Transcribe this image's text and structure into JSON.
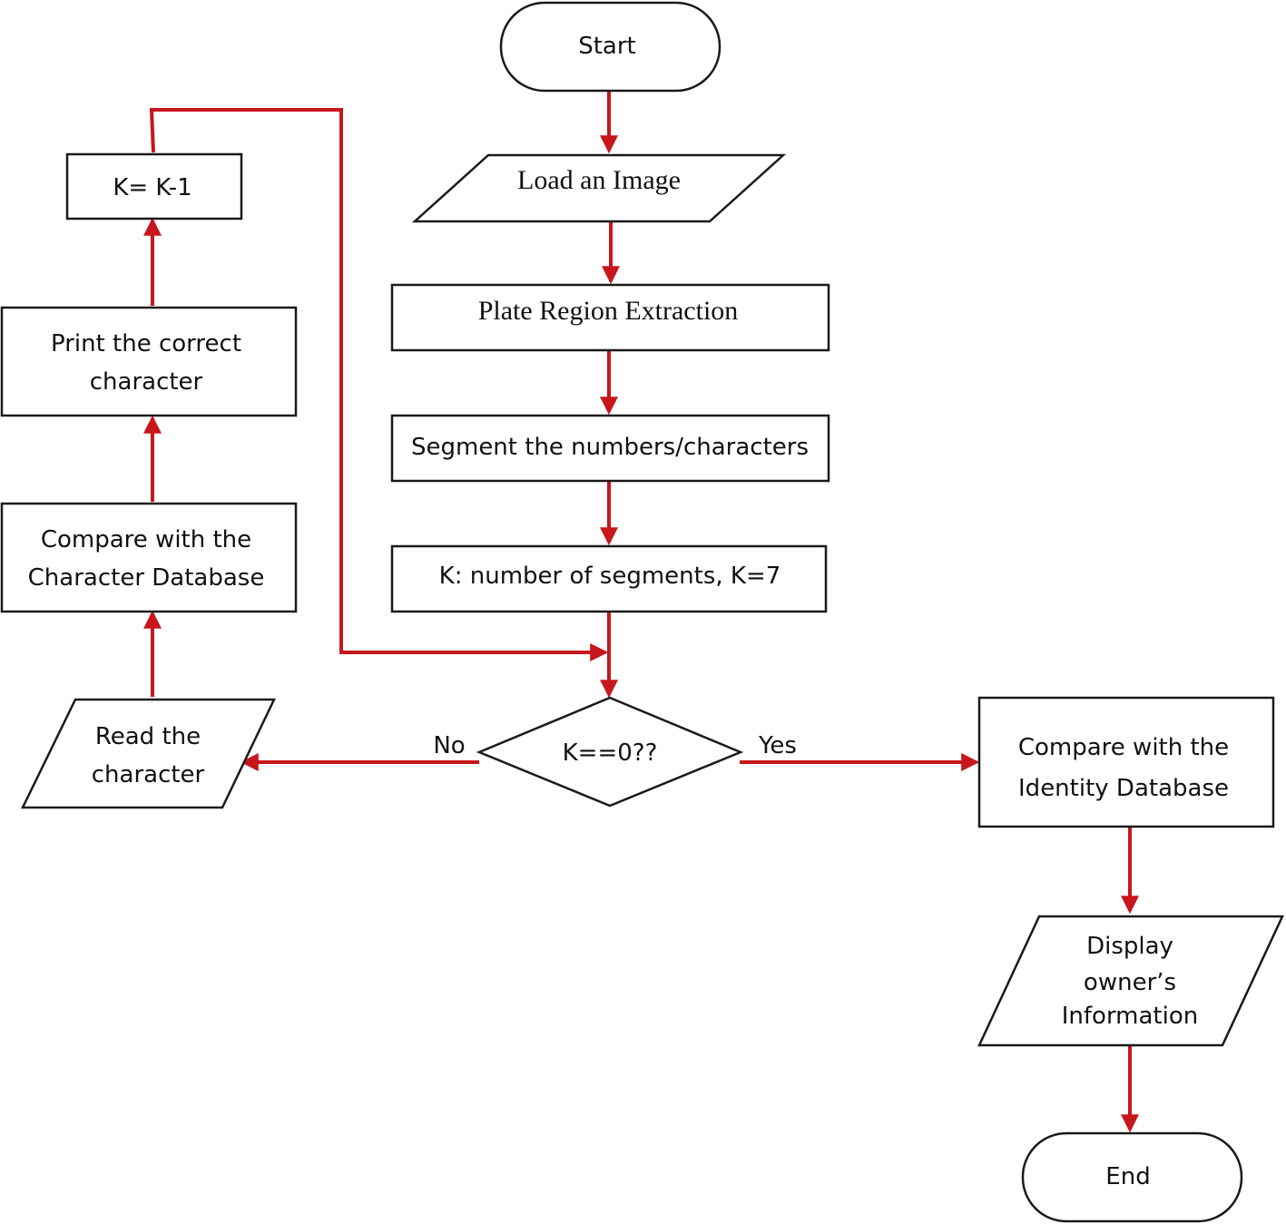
{
  "nodes": {
    "start": "Start",
    "load_image": "Load an Image",
    "plate_region": "Plate Region Extraction",
    "segment": "Segment the numbers/characters",
    "k_init": "K: number of segments, K=7",
    "decision": "K==0??",
    "read_char_1": "Read the",
    "read_char_2": "character",
    "compare_char_1": "Compare with the",
    "compare_char_2": "Character Database",
    "print_char_1": "Print the correct",
    "print_char_2": "character",
    "k_decrement": "K= K-1",
    "compare_id_1": "Compare with the",
    "compare_id_2": "Identity Database",
    "display_1": "Display",
    "display_2": "owner’s",
    "display_3": "Information",
    "end": "End"
  },
  "edge_labels": {
    "no": "No",
    "yes": "Yes"
  },
  "colors": {
    "arrow": "#c8161d",
    "outline": "#1a1a1a"
  }
}
